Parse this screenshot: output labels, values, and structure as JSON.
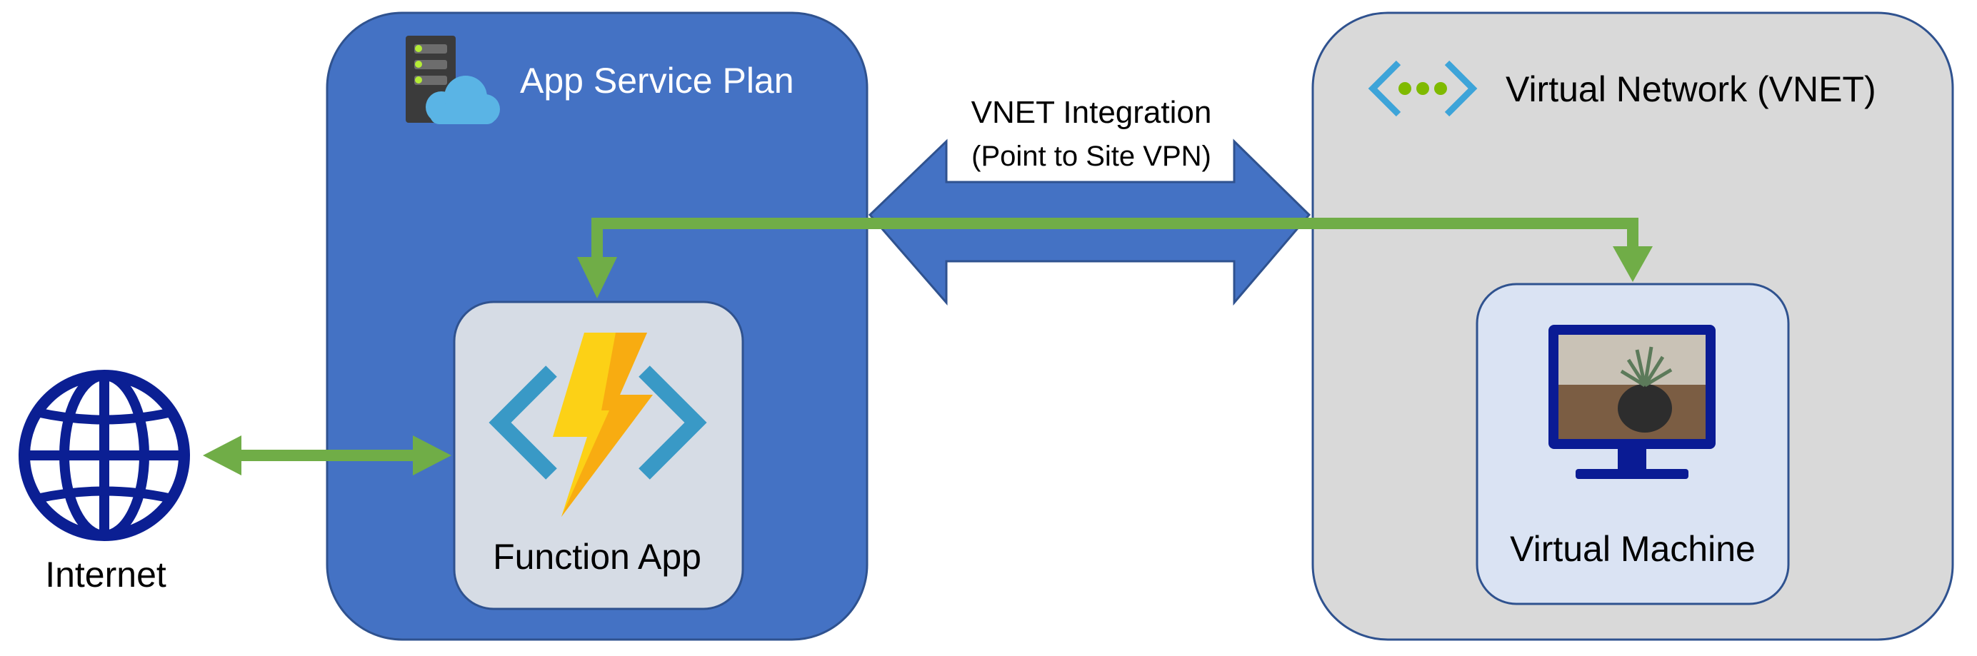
{
  "labels": {
    "app_service_plan": "App Service Plan",
    "function_app": "Function App",
    "internet": "Internet",
    "vnet_integration": "VNET Integration",
    "vnet_integration_sub": "(Point to Site VPN)",
    "virtual_network": "Virtual Network (VNET)",
    "virtual_machine": "Virtual Machine"
  },
  "colors": {
    "plan_fill": "#4472c4",
    "plan_border": "#2f528f",
    "vnet_fill": "#d9d9d9",
    "vnet_border": "#2f528f",
    "card_fill": "#d6dce5",
    "vm_card_fill": "#dae3f3",
    "green_connector": "#70ad47",
    "globe_blue": "#0b1f93",
    "monitor_blue": "#0a1b94",
    "function_blue": "#3999c6",
    "lightning_yellow": "#fcd116",
    "lightning_orange": "#f7a711",
    "server_dark": "#3b3b3b",
    "server_led": "#b4ec36",
    "cloud_blue": "#5ab4e5",
    "vnet_chevron": "#3da4d9",
    "vnet_dots": "#7fba00"
  },
  "icons": {
    "globe": "globe-icon",
    "function": "azure-functions-icon",
    "server": "app-service-plan-icon",
    "vnet": "virtual-network-icon",
    "monitor": "virtual-machine-icon"
  }
}
